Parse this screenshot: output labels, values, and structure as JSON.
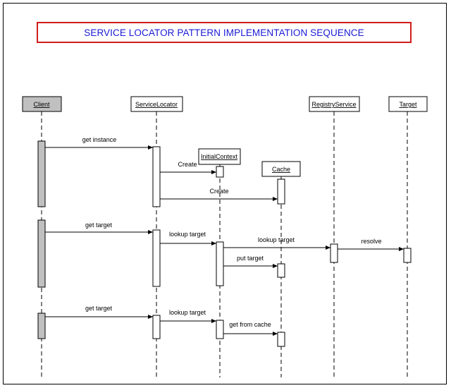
{
  "title": "SERVICE LOCATOR PATTERN IMPLEMENTATION SEQUENCE",
  "lifelines": {
    "client": "Client",
    "service_locator": "ServiceLocator",
    "initial_context": "InitialContext",
    "cache": "Cache",
    "registry_service": "RegistryService",
    "target": "Target"
  },
  "messages": {
    "get_instance": "get instance",
    "create_context": "Create",
    "create_cache": "Create",
    "get_target_1": "get target",
    "lookup_target_1": "lookup target",
    "lookup_target_registry": "lookup target",
    "resolve": "resolve",
    "put_target": "put target",
    "get_target_2": "get target",
    "lookup_target_2": "lookup target",
    "get_from_cache": "get from cache"
  },
  "colors": {
    "title_border": "#d21b1b",
    "title_text": "#1a1ad6",
    "client_fill": "#c0c0c0"
  }
}
